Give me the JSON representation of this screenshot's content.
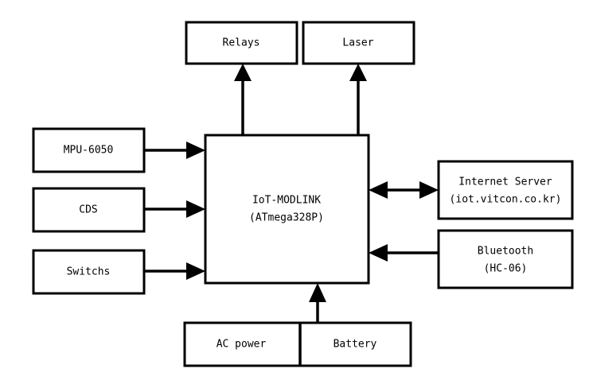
{
  "blocks": {
    "relays": "Relays",
    "laser": "Laser",
    "mpu": "MPU-6050",
    "cds": "CDS",
    "switchs": "Switchs",
    "core_line1": "IoT-MODLINK",
    "core_line2": "(ATmega328P)",
    "server_line1": "Internet Server",
    "server_line2": "(iot.vitcon.co.kr)",
    "bt_line1": "Bluetooth",
    "bt_line2": "(HC-06)",
    "ac_power": "AC power",
    "battery": "Battery"
  },
  "colors": {
    "stroke": "#000000",
    "background": "#ffffff"
  }
}
